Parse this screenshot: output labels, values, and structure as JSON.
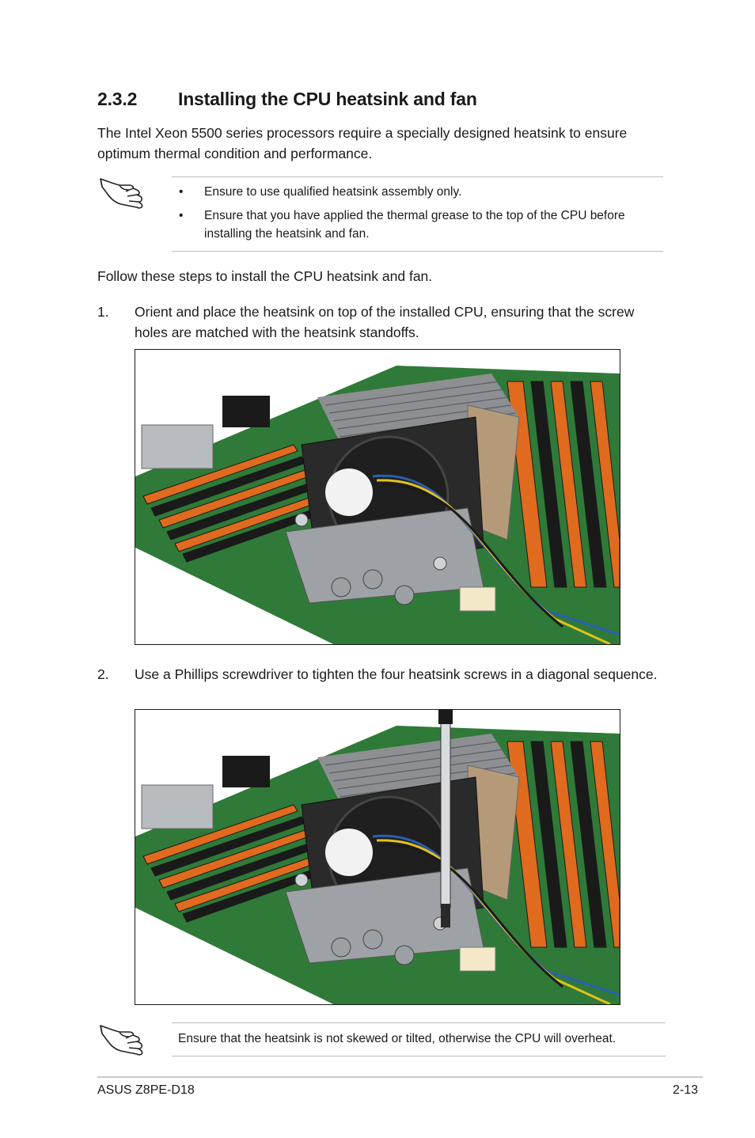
{
  "section": {
    "number": "2.3.2",
    "title": "Installing the CPU heatsink and fan"
  },
  "intro": "The Intel Xeon 5500 series processors require a specially designed heatsink to ensure optimum thermal condition and performance.",
  "note1": {
    "icon": "hand-note-icon",
    "items": [
      "Ensure to use qualified heatsink assembly only.",
      "Ensure that you have applied the thermal grease to the top of the CPU before installing the heatsink and fan."
    ]
  },
  "follow": "Follow these steps to install the CPU heatsink and fan.",
  "steps": [
    {
      "number": "1.",
      "text": "Orient and place the heatsink on top of the installed CPU, ensuring that the screw holes are matched with the heatsink standoffs."
    },
    {
      "number": "2.",
      "text": "Use a Phillips screwdriver to tighten the four heatsink screws in a diagonal sequence."
    }
  ],
  "note2": {
    "icon": "hand-note-icon",
    "text": "Ensure that the heatsink is not skewed or tilted, otherwise the CPU will overheat."
  },
  "footer": {
    "left": "ASUS Z8PE-D18",
    "right": "2-13"
  }
}
